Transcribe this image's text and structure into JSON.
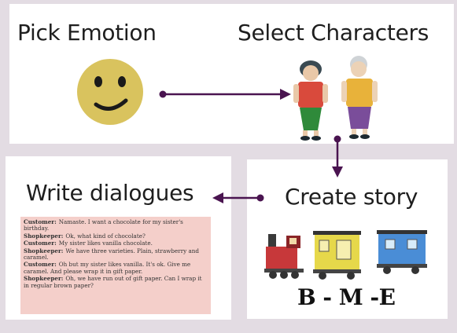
{
  "steps": {
    "pick": "Pick  Emotion",
    "select": "Select Characters",
    "write": "Write dialogues",
    "create": "Create story"
  },
  "dialogue": [
    {
      "speaker": "Customer:",
      "text": "Namaste. I want a chocolate for my sister's birthday."
    },
    {
      "speaker": "Shopkeeper:",
      "text": "Ok, what kind of chocolate?"
    },
    {
      "speaker": "Customer:",
      "text": "My sister likes vanilla chocolate."
    },
    {
      "speaker": "Shopkeeper:",
      "text": "We have three varieties. Plain, strawberry and caramel."
    },
    {
      "speaker": "Customer:",
      "text": "Oh but my sister likes vanilla. It's ok. Give me caramel. And please wrap it in gift paper."
    },
    {
      "speaker": "Shopkeeper:",
      "text": "Oh, we have run out of gift paper. Can I wrap it in regular brown paper?"
    }
  ],
  "story_label": "B - M -E",
  "colors": {
    "background": "#e3dce3",
    "arrow": "#4a1450",
    "smiley": "#d9c35e",
    "dialogue_bg": "#f4cfca"
  },
  "icons": [
    "smiley-face-icon",
    "characters-illustration",
    "train-illustration"
  ]
}
